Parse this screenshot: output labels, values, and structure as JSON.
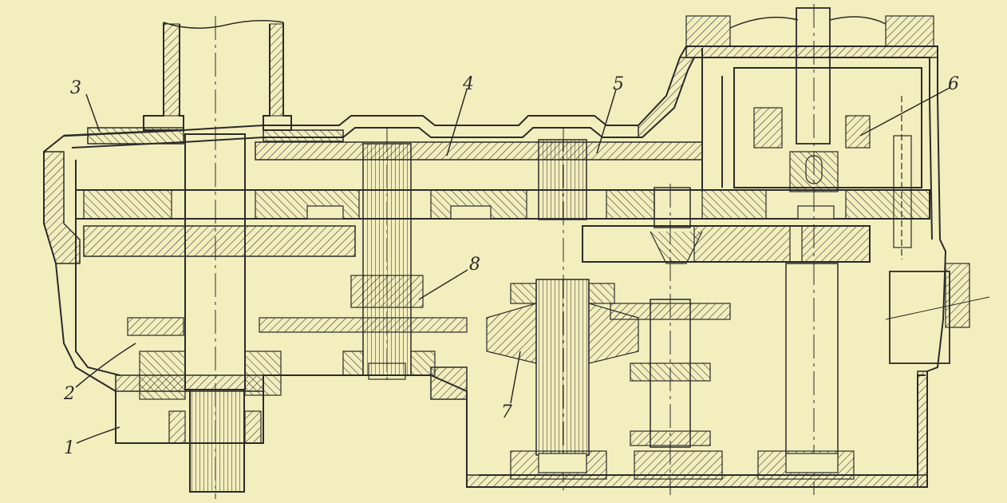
{
  "figure": {
    "type": "gearbox-cross-section",
    "paper_color": "#f3eebd",
    "ink_color": "#2b2b2b",
    "callouts": [
      {
        "id": "1",
        "text": "1"
      },
      {
        "id": "2",
        "text": "2"
      },
      {
        "id": "3",
        "text": "3"
      },
      {
        "id": "4",
        "text": "4"
      },
      {
        "id": "5",
        "text": "5"
      },
      {
        "id": "6",
        "text": "6"
      },
      {
        "id": "7",
        "text": "7"
      },
      {
        "id": "8",
        "text": "8"
      }
    ]
  }
}
